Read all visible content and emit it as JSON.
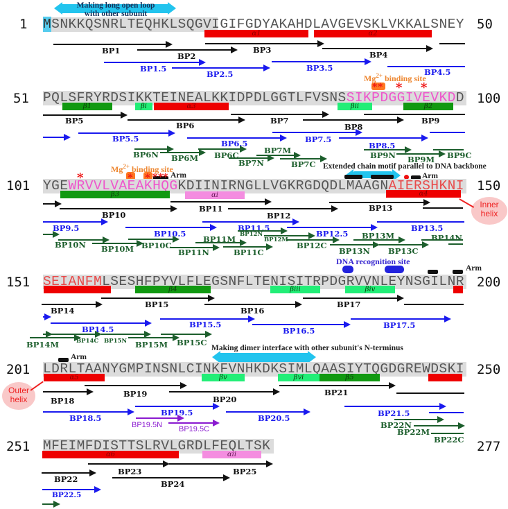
{
  "figure": {
    "type": "protein sequence annotation map",
    "sequence_length": 277
  },
  "rows": [
    {
      "start": 1,
      "end": 50,
      "sequence": "MSNKKQSNRLTEQHKLSQGVIGIFGDYAKAHDLAVGEVSKLVKKALSNEY",
      "secondary_structure": [
        {
          "label": "α1",
          "type": "helix",
          "from": 20,
          "to": 31
        },
        {
          "label": "α2",
          "type": "helix",
          "from": 32,
          "to": 46
        }
      ],
      "black_arrows": [
        "BP1",
        "BP2",
        "BP3",
        "BP4"
      ],
      "blue_arrows": [
        "BP1.5",
        "BP2.5",
        "BP3.5",
        "BP4.5"
      ],
      "annotation": "Making long open loop with other subunit"
    },
    {
      "start": 51,
      "end": 100,
      "sequence": "PQLSFRYRDSIKKTEINEALKKIDPDLGGTLFVSNSSIKPDGGIVEVKDD",
      "secondary_structure": [
        {
          "label": "β1",
          "type": "strand",
          "from": 54,
          "to": 60
        },
        {
          "label": "βi",
          "type": "strand-light",
          "from": 63,
          "to": 64
        },
        {
          "label": "α3",
          "type": "helix",
          "from": 65,
          "to": 74
        },
        {
          "label": "βii",
          "type": "strand-light",
          "from": 87,
          "to": 91
        },
        {
          "label": "β2",
          "type": "strand",
          "from": 93,
          "to": 98
        }
      ],
      "black_arrows": [
        "BP5",
        "BP6",
        "BP7",
        "BP8",
        "BP9"
      ],
      "blue_arrows": [
        "BP5.5",
        "BP6.5",
        "BP7.5",
        "BP8.5"
      ],
      "green_arrows": [
        "BP6N",
        "BP6M",
        "BP6C",
        "BP7N",
        "BP7M",
        "BP7C",
        "BP9N",
        "BP9M",
        "BP9C"
      ],
      "annotation": "Mg2+ binding site"
    },
    {
      "start": 101,
      "end": 150,
      "sequence": "YGEWRVVLVAEAKHQGKDIINIRNGLLVGKRGDQDLMAAGNAIERSHKNI",
      "secondary_structure": [
        {
          "label": "β3",
          "type": "strand",
          "from": 103,
          "to": 116
        },
        {
          "label": "αi",
          "type": "pink",
          "from": 119,
          "to": 125
        },
        {
          "label": "α4",
          "type": "helix",
          "from": 141,
          "to": 150
        }
      ],
      "black_arrows": [
        "BP10",
        "BP11",
        "BP12",
        "BP13"
      ],
      "blue_arrows": [
        "BP9.5",
        "BP10.5",
        "BP11.5",
        "BP12.5",
        "BP13.5"
      ],
      "green_arrows": [
        "BP10N",
        "BP10M",
        "BP10C",
        "BP11N",
        "BP11M",
        "BP11C",
        "BP12N",
        "BP12M",
        "BP12C",
        "BP13N",
        "BP13M",
        "BP13C",
        "BP14N"
      ],
      "annotations": [
        "Mg2+ binding site",
        "Arm",
        "Extended chain motif parallel to DNA backbone",
        "Arm",
        "Inner helix"
      ]
    },
    {
      "start": 151,
      "end": 200,
      "sequence": "SEIANFMLSESHFPYVLFLEGSNFLTENISITRPDGRVVNLEYNSGILNR",
      "secondary_structure": [
        {
          "label": "",
          "type": "helix",
          "from": 151,
          "to": 157
        },
        {
          "label": "β4",
          "type": "strand",
          "from": 161,
          "to": 170
        },
        {
          "label": "βiii",
          "type": "strand-light",
          "from": 178,
          "to": 184
        },
        {
          "label": "βiv",
          "type": "strand-light",
          "from": 188,
          "to": 194
        },
        {
          "label": "",
          "type": "helix",
          "from": 200,
          "to": 200
        }
      ],
      "black_arrows": [
        "BP14",
        "BP15",
        "BP16",
        "BP17"
      ],
      "blue_arrows": [
        "BP14.5",
        "BP15.5",
        "BP16.5",
        "BP17.5"
      ],
      "green_arrows": [
        "BP14M",
        "BP14C",
        "BP15N",
        "BP15M",
        "BP15C"
      ],
      "annotations": [
        "DNA recognition site",
        "Arm"
      ]
    },
    {
      "start": 201,
      "end": 250,
      "sequence": "LDRLTAANYGMPINSNLCINKFVNHKDKSIMLQAASIYTQGDGREWDSKI",
      "secondary_structure": [
        {
          "label": "α5",
          "type": "helix",
          "from": 201,
          "to": 208
        },
        {
          "label": "βv",
          "type": "strand-light",
          "from": 223,
          "to": 228
        },
        {
          "label": "βvi",
          "type": "strand-light",
          "from": 231,
          "to": 235
        },
        {
          "label": "β5",
          "type": "strand",
          "from": 236,
          "to": 242
        },
        {
          "label": "",
          "type": "helix",
          "from": 246,
          "to": 250
        }
      ],
      "black_arrows": [
        "BP18",
        "BP19",
        "BP20",
        "BP21"
      ],
      "blue_arrows": [
        "BP18.5",
        "BP19.5",
        "BP20.5",
        "BP21.5"
      ],
      "purple_arrows": [
        "BP19.5N",
        "BP19.5C"
      ],
      "green_arrows": [
        "BP22N",
        "BP22M",
        "BP22C"
      ],
      "annotations": [
        "Arm",
        "Making dimer interface with other subunit's N-terminus",
        "Outer helix"
      ]
    },
    {
      "start": 251,
      "end": 277,
      "sequence": "MFEIMFDISTTSLRVLGRDLFEQLTSK",
      "secondary_structure": [
        {
          "label": "α6",
          "type": "helix",
          "from": 251,
          "to": 265
        },
        {
          "label": "αii",
          "type": "pink",
          "from": 268,
          "to": 273
        }
      ],
      "black_arrows": [
        "BP22",
        "BP23",
        "BP24",
        "BP25"
      ],
      "blue_arrows": [
        "BP22.5"
      ]
    }
  ],
  "labels": {
    "n1": "1",
    "n50": "50",
    "n51": "51",
    "n100": "100",
    "n101": "101",
    "n150": "150",
    "n151": "151",
    "n200": "200",
    "n201": "201",
    "n250": "250",
    "n251": "251",
    "n277": "277",
    "seq1_M": "M",
    "seq1_rest": "SNKKQSNRLTEQHKLSQGVIGIFGDYAKAHDLAVGEVSKLVKKALSNEY",
    "seq2_a": "PQLSFRYRDSIKKTEINEALKKIDPDLGGTLFVSNS",
    "seq2_b": "SIKPDGGIVEVKD",
    "seq2_c": "D",
    "seq3_a": "YGE",
    "seq3_b": "WRVVLVAEAKHQG",
    "seq3_c": "KDIINIRNGLLVGKRGDQDLMAAGN",
    "seq3_d": "AIERSHKNI",
    "seq4_a": "SEIANFM",
    "seq4_b": "LSESHFPYVLFLEGSNFLTENISITRPDGRVVNLEYNSGILNR",
    "seq5": "LDRLTAANYGMPINSNLCINKFVNHKDKSIMLQAASIYTQGDGREWDSKI",
    "seq6": "MFEIMFDISTTSLRVLGRDLFEQLTSK",
    "ss_a1": "α1",
    "ss_a2": "α2",
    "ss_b1": "β1",
    "ss_bi": "βi",
    "ss_a3": "α3",
    "ss_bii": "βii",
    "ss_b2": "β2",
    "ss_b3": "β3",
    "ss_ai": "αi",
    "ss_a4": "α4",
    "ss_b4": "β4",
    "ss_biii": "βiii",
    "ss_biv": "βiv",
    "ss_a5": "α5",
    "ss_bv": "βv",
    "ss_bvi": "βvi",
    "ss_b5": "β5",
    "ss_a6": "α6",
    "ss_aii": "αii",
    "ann_loop": "Making long open loop\nwith other subunit",
    "ann_mg_1": "Mg2+ binding site",
    "ann_mg_2": "Mg2+ binding site",
    "ann_ext": "Extended chain motif parallel to DNA backbone",
    "ann_arm": "Arm",
    "ann_dna": "DNA recognition site",
    "ann_dimer": "Making dimer interface with other subunit's N-terminus",
    "ann_inner": "Inner\nhelix",
    "ann_outer": "Outer\nhelix",
    "star": "*",
    "BP1": "BP1",
    "BP2": "BP2",
    "BP3": "BP3",
    "BP4": "BP4",
    "BP5": "BP5",
    "BP6": "BP6",
    "BP7": "BP7",
    "BP8": "BP8",
    "BP9": "BP9",
    "BP10": "BP10",
    "BP11": "BP11",
    "BP12": "BP12",
    "BP13": "BP13",
    "BP14": "BP14",
    "BP15": "BP15",
    "BP16": "BP16",
    "BP17": "BP17",
    "BP18": "BP18",
    "BP19": "BP19",
    "BP20": "BP20",
    "BP21": "BP21",
    "BP22": "BP22",
    "BP23": "BP23",
    "BP24": "BP24",
    "BP25": "BP25",
    "BP1_5": "BP1.5",
    "BP2_5": "BP2.5",
    "BP3_5": "BP3.5",
    "BP4_5": "BP4.5",
    "BP5_5": "BP5.5",
    "BP6_5": "BP6.5",
    "BP7_5": "BP7.5",
    "BP8_5": "BP8.5",
    "BP9_5": "BP9.5",
    "BP10_5": "BP10.5",
    "BP11_5": "BP11.5",
    "BP12_5": "BP12.5",
    "BP13_5": "BP13.5",
    "BP14_5": "BP14.5",
    "BP15_5": "BP15.5",
    "BP16_5": "BP16.5",
    "BP17_5": "BP17.5",
    "BP18_5": "BP18.5",
    "BP19_5": "BP19.5",
    "BP20_5": "BP20.5",
    "BP21_5": "BP21.5",
    "BP22_5": "BP22.5",
    "BP6N": "BP6N",
    "BP6M": "BP6M",
    "BP6C": "BP6C",
    "BP7N": "BP7N",
    "BP7M": "BP7M",
    "BP7C": "BP7C",
    "BP9N": "BP9N",
    "BP9M": "BP9M",
    "BP9C": "BP9C",
    "BP10N": "BP10N",
    "BP10M": "BP10M",
    "BP10C": "BP10C",
    "BP11N": "BP11N",
    "BP11M": "BP11M",
    "BP11C": "BP11C",
    "BP12N": "BP12N",
    "BP12M": "BP12M",
    "BP12C": "BP12C",
    "BP13N": "BP13N",
    "BP13M": "BP13M",
    "BP13C": "BP13C",
    "BP14N": "BP14N",
    "BP14M": "BP14M",
    "BP14C": "BP14C",
    "BP15N": "BP15N",
    "BP15M": "BP15M",
    "BP15C": "BP15C",
    "BP22N": "BP22N",
    "BP22M": "BP22M",
    "BP22C": "BP22C",
    "BP19_5N": "BP19.5N",
    "BP19_5C": "BP19.5C"
  },
  "colors": {
    "helix": "#ee0000",
    "strand": "#119911",
    "strand_light": "#22ee77",
    "pink_region": "#f48de0",
    "black_arrow": "#111111",
    "blue_arrow": "#1a1aee",
    "green_arrow": "#1c5e2c",
    "purple_arrow": "#8a1ad0",
    "annotation_orange": "#ee8833",
    "cyan": "#22c4ee",
    "seq_bg": "#dcdcdc"
  }
}
